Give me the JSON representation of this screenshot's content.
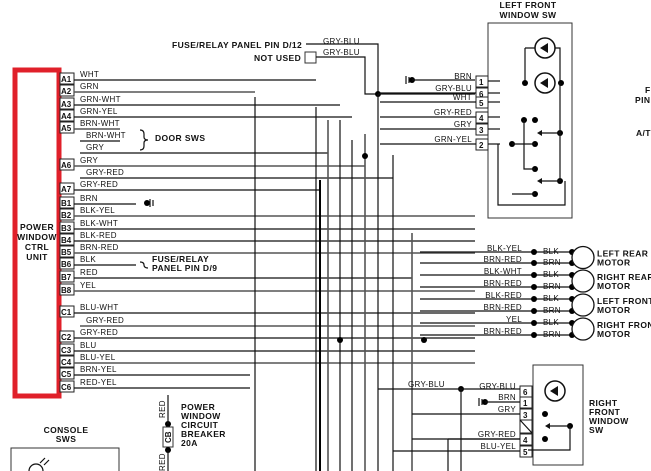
{
  "diagram": {
    "control_unit": {
      "label": [
        "POWER",
        "WINDOW",
        "CTRL",
        "UNIT"
      ],
      "highlight_color": "#e0202a",
      "pins_a": [
        {
          "pin": "A1",
          "wire": "WHT"
        },
        {
          "pin": "A2",
          "wire": "GRN"
        },
        {
          "pin": "A3",
          "wire": "GRN-WHT"
        },
        {
          "pin": "A4",
          "wire": "GRN-YEL"
        },
        {
          "pin": "A5",
          "wire": "BRN-WHT"
        },
        {
          "pin": "",
          "wire": "BRN-WHT"
        },
        {
          "pin": "",
          "wire": "GRY"
        },
        {
          "pin": "A6",
          "wire": "GRY"
        },
        {
          "pin": "",
          "wire": "GRY-RED"
        },
        {
          "pin": "A7",
          "wire": "GRY-RED"
        }
      ],
      "pins_b": [
        {
          "pin": "B1",
          "wire": "BRN"
        },
        {
          "pin": "B2",
          "wire": "BLK-YEL"
        },
        {
          "pin": "B3",
          "wire": "BLK-WHT"
        },
        {
          "pin": "B4",
          "wire": "BLK-RED"
        },
        {
          "pin": "B5",
          "wire": "BRN-RED"
        },
        {
          "pin": "B6",
          "wire": "BLK"
        },
        {
          "pin": "B7",
          "wire": "RED"
        },
        {
          "pin": "B8",
          "wire": "YEL"
        }
      ],
      "pins_c": [
        {
          "pin": "C1",
          "wire": "BLU-WHT"
        },
        {
          "pin": "",
          "wire": "GRY-RED"
        },
        {
          "pin": "C2",
          "wire": "GRY-RED"
        },
        {
          "pin": "C3",
          "wire": "BLU"
        },
        {
          "pin": "C4",
          "wire": "BLU-YEL"
        },
        {
          "pin": "C5",
          "wire": "BRN-YEL"
        },
        {
          "pin": "C6",
          "wire": "RED-YEL"
        }
      ]
    },
    "annotations": {
      "door_sws": "DOOR SWS",
      "fuse_relay_d12": "FUSE/RELAY PANEL PIN D/12",
      "not_used": "NOT USED",
      "gry_blu_top1": "GRY-BLU",
      "gry_blu_top2": "GRY-BLU",
      "fuse_relay_d9_line1": "FUSE/RELAY",
      "fuse_relay_d9_line2": "PANEL PIN D/9",
      "breaker": [
        "POWER",
        "WINDOW",
        "CIRCUIT",
        "BREAKER",
        "20A"
      ],
      "breaker_id": "CB",
      "breaker_wire_top": "RED",
      "breaker_wire_bottom": "RED",
      "console_sws": [
        "CONSOLE",
        "SWS"
      ],
      "right_edge_pin": "PIN",
      "right_edge_at": "A/T",
      "right_edge_f": "F"
    },
    "left_front_window_sw": {
      "title": [
        "LEFT FRONT",
        "WINDOW SW"
      ],
      "pins": [
        {
          "pin": "1",
          "wire": "BRN"
        },
        {
          "pin": "6",
          "wire": "GRY-BLU"
        },
        {
          "pin": "5",
          "wire": "WHT"
        },
        {
          "pin": "4",
          "wire": "GRY-RED"
        },
        {
          "pin": "3",
          "wire": "GRY"
        },
        {
          "pin": "2",
          "wire": "GRN-YEL"
        }
      ]
    },
    "motors": [
      {
        "name": [
          "LEFT REAR",
          "MOTOR"
        ],
        "wires": [
          {
            "in": "BLK-YEL",
            "out": "BLK"
          },
          {
            "in": "BRN-RED",
            "out": "BRN"
          }
        ]
      },
      {
        "name": [
          "RIGHT REAR",
          "MOTOR"
        ],
        "wires": [
          {
            "in": "BLK-WHT",
            "out": "BLK"
          },
          {
            "in": "BRN-RED",
            "out": "BRN"
          }
        ]
      },
      {
        "name": [
          "LEFT FRONT",
          "MOTOR"
        ],
        "wires": [
          {
            "in": "BLK-RED",
            "out": "BLK"
          },
          {
            "in": "BRN-RED",
            "out": "BRN"
          }
        ]
      },
      {
        "name": [
          "RIGHT FRONT",
          "MOTOR"
        ],
        "wires": [
          {
            "in": "YEL",
            "out": "BLK"
          },
          {
            "in": "BRN-RED",
            "out": "BRN"
          }
        ]
      }
    ],
    "right_front_window_sw": {
      "title": [
        "RIGHT",
        "FRONT",
        "WINDOW",
        "SW"
      ],
      "left_wire": "GRY-BLU",
      "pins": [
        {
          "pin": "6",
          "wire": "GRY-BLU"
        },
        {
          "pin": "1",
          "wire": "BRN"
        },
        {
          "pin": "3",
          "wire": "GRY"
        },
        {
          "pin": "4",
          "wire": "GRY-RED"
        },
        {
          "pin": "5",
          "wire": "BLU-YEL"
        }
      ]
    }
  }
}
